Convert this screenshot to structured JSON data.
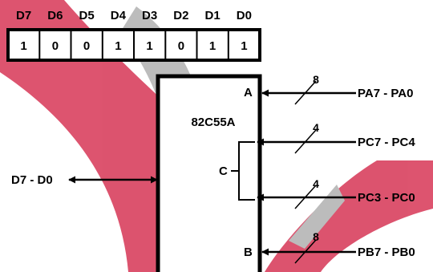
{
  "control_word": {
    "bit_labels": [
      "D7",
      "D6",
      "D5",
      "D4",
      "D3",
      "D2",
      "D1",
      "D0"
    ],
    "bit_values": [
      "1",
      "0",
      "0",
      "1",
      "1",
      "0",
      "1",
      "1"
    ]
  },
  "chip": {
    "name": "82C55A",
    "port_a_label": "A",
    "port_b_label": "B",
    "port_c_label": "C"
  },
  "data_bus": {
    "label": "D7 - D0"
  },
  "ports": {
    "pa": {
      "label": "PA7 - PA0",
      "width": "8"
    },
    "pc_upper": {
      "label": "PC7 - PC4",
      "width": "4"
    },
    "pc_lower": {
      "label": "PC3 - PC0",
      "width": "4"
    },
    "pb": {
      "label": "PB7 - PB0",
      "width": "8"
    }
  },
  "colors": {
    "watermark_red": "#d9415f",
    "watermark_gray": "#b5b5b5",
    "line": "#000000"
  }
}
